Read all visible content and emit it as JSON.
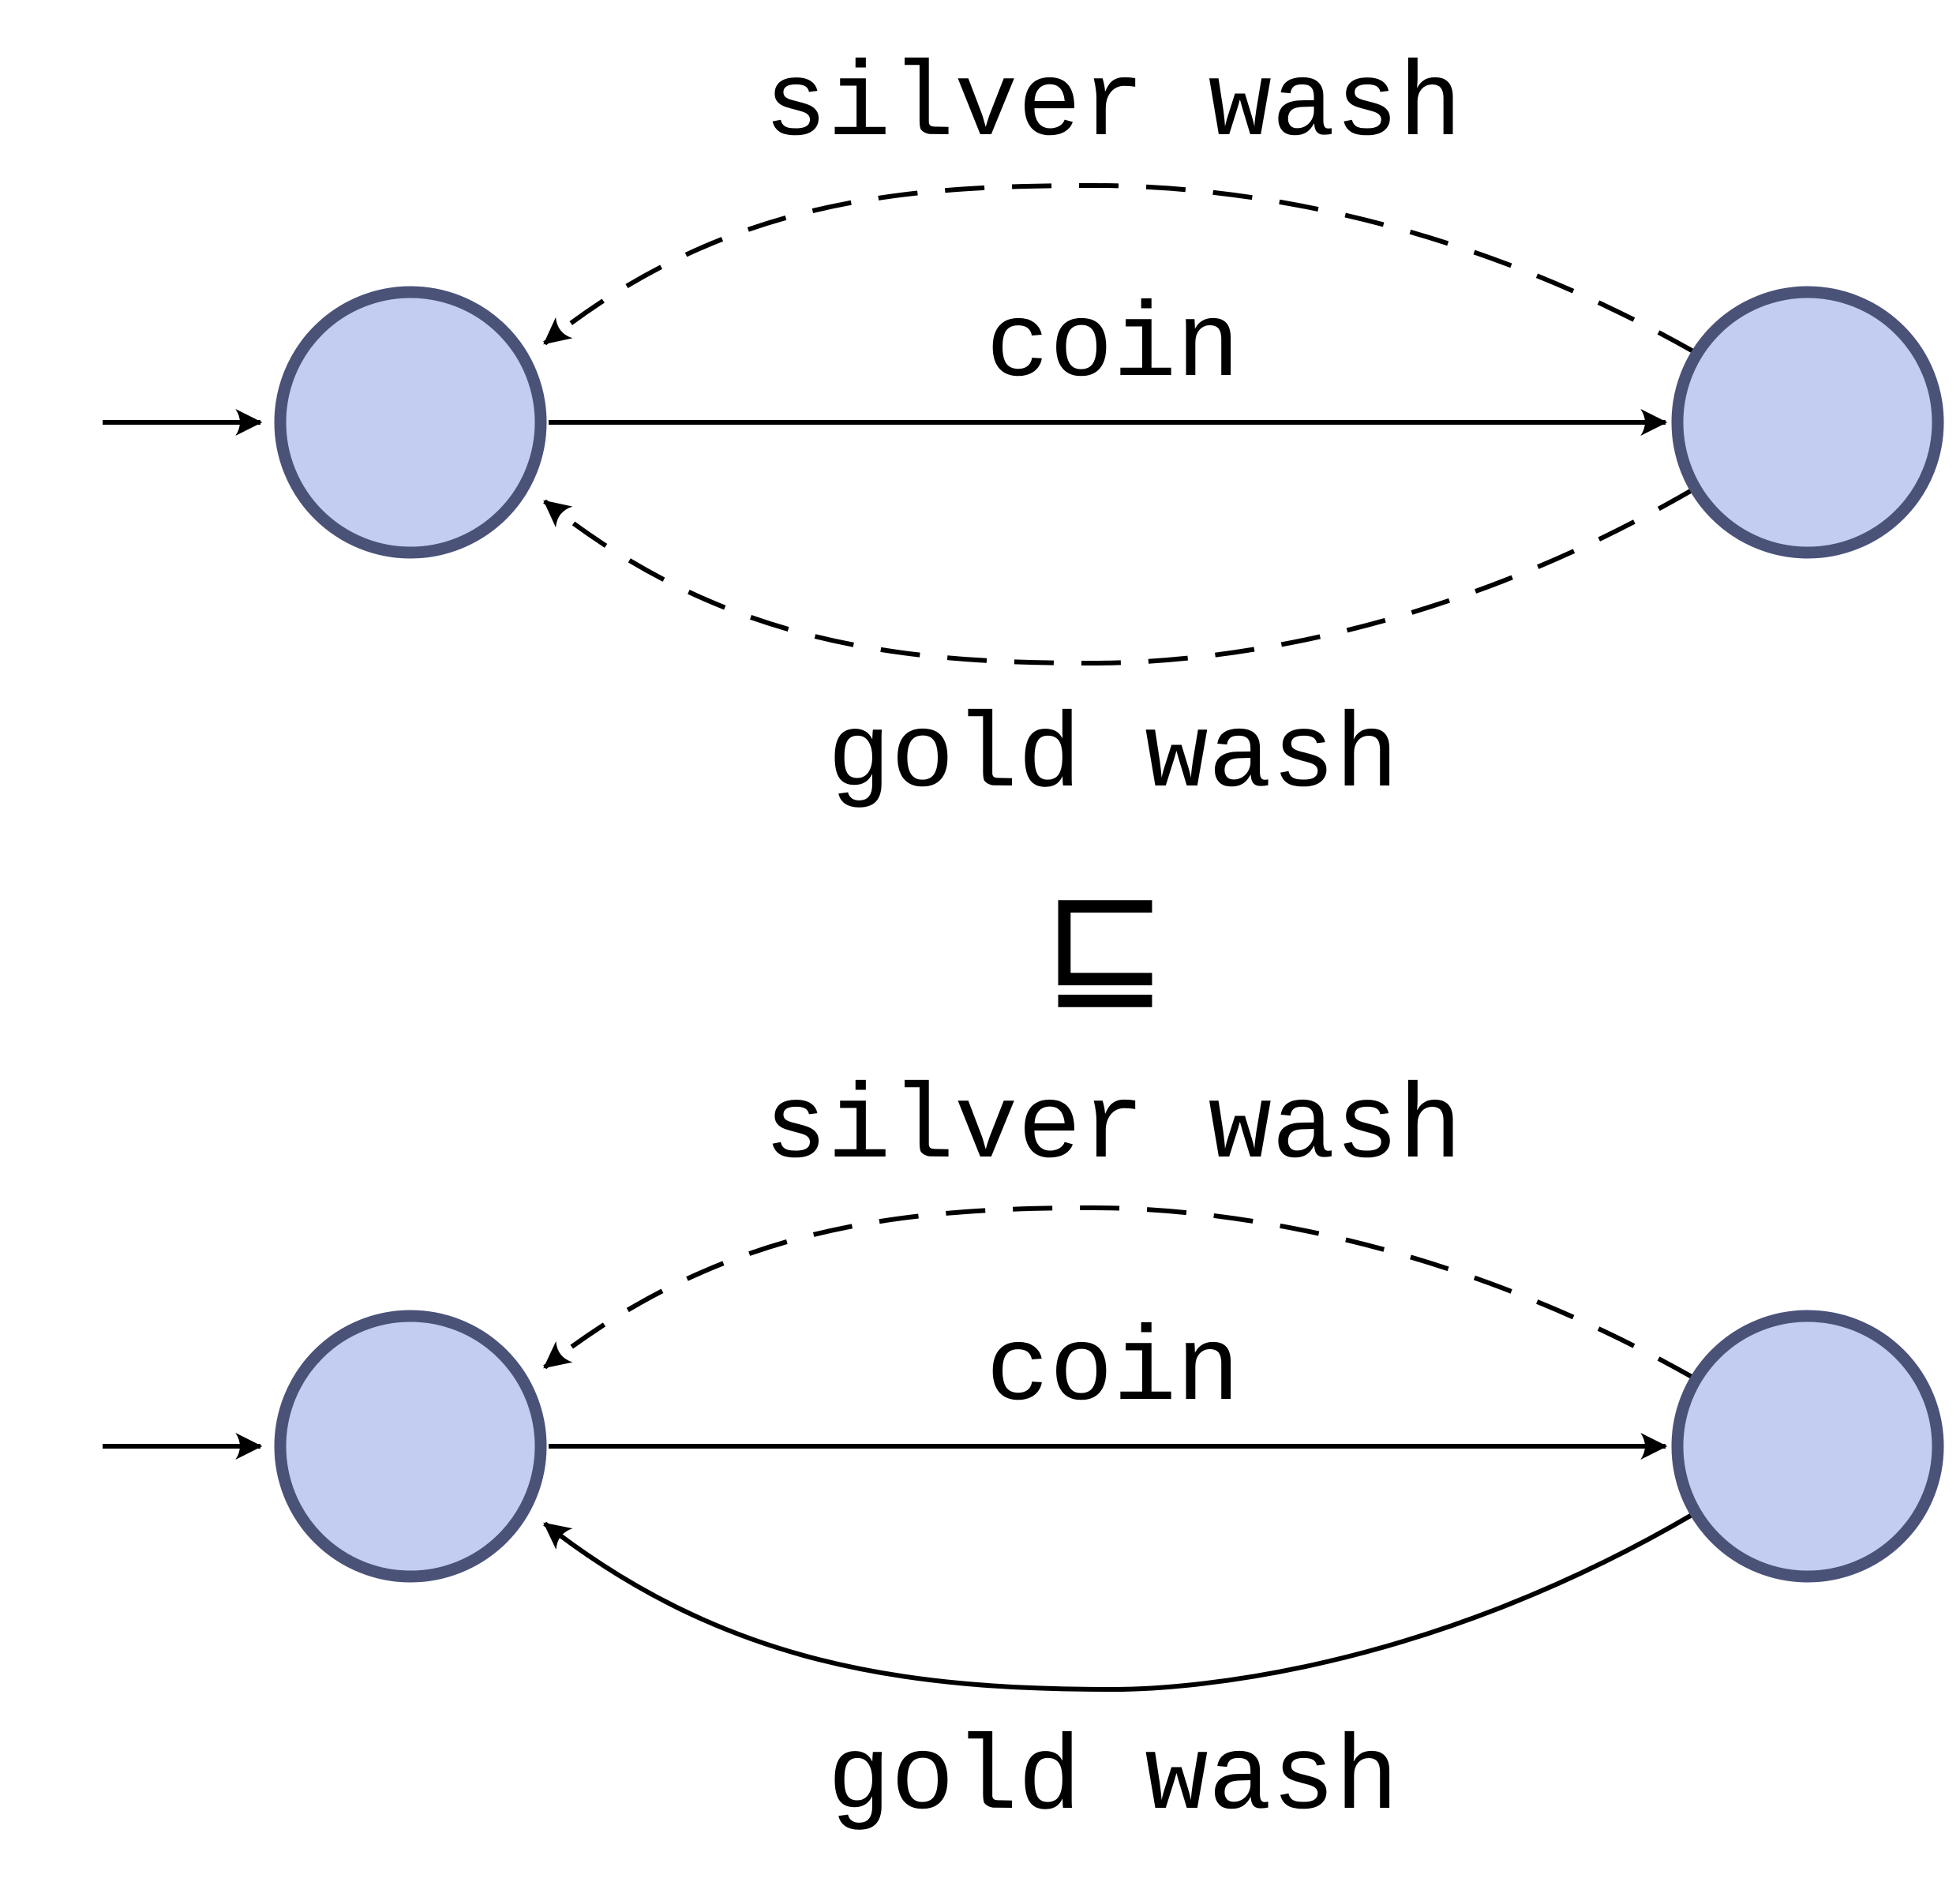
{
  "diagram": {
    "colors": {
      "node_fill": "#c3cdf1",
      "node_stroke": "#4a5278",
      "edge": "#000000"
    },
    "relation_symbol": "⊑",
    "top": {
      "edges": {
        "silver": {
          "label": "silver wash",
          "style": "dashed"
        },
        "coin": {
          "label": "coin",
          "style": "solid"
        },
        "gold": {
          "label": "gold wash",
          "style": "dashed"
        }
      }
    },
    "bottom": {
      "edges": {
        "silver": {
          "label": "silver wash",
          "style": "dashed"
        },
        "coin": {
          "label": "coin",
          "style": "solid"
        },
        "gold": {
          "label": "gold wash",
          "style": "solid"
        }
      }
    }
  }
}
